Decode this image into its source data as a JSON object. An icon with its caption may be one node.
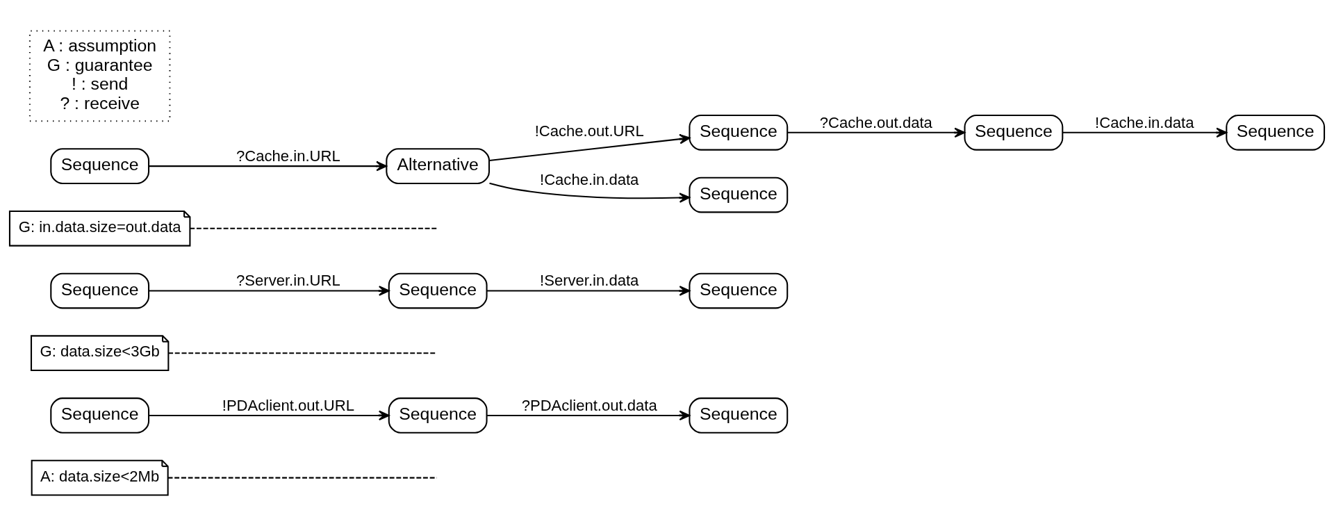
{
  "diagram": {
    "nodes": [
      {
        "text": [
          "A: data.size<2Mb"
        ]
      },
      {
        "text": [
          "Sequence"
        ]
      },
      {
        "text": [
          "Sequence"
        ]
      },
      {
        "text": [
          "Sequence"
        ]
      },
      {
        "text": [
          "G: data.size<3Gb"
        ]
      },
      {
        "text": [
          "Sequence"
        ]
      },
      {
        "text": [
          "Sequence"
        ]
      },
      {
        "text": [
          "Sequence"
        ]
      },
      {
        "text": [
          "G: in.data.size=out.data"
        ]
      },
      {
        "text": [
          "Sequence"
        ]
      },
      {
        "text": [
          "Alternative"
        ]
      },
      {
        "text": [
          "Sequence"
        ]
      },
      {
        "text": [
          "Sequence"
        ]
      },
      {
        "text": [
          "Sequence"
        ]
      },
      {
        "text": [
          "Sequence"
        ]
      },
      {
        "text": [
          "A : assumption",
          "G : guarantee",
          "! : send",
          "? : receive"
        ]
      }
    ],
    "edges": [
      {
        "from": 1,
        "to": 2,
        "arrow": "to",
        "label": "!PDAclient.out.URL"
      },
      {
        "from": 2,
        "to": 3,
        "arrow": "to",
        "label": "?PDAclient.out.data"
      },
      {
        "from": 0,
        "to": null,
        "arrow": "none",
        "style": "dashed"
      },
      {
        "from": 5,
        "to": 6,
        "arrow": "to",
        "label": "?Server.in.URL"
      },
      {
        "from": 6,
        "to": 7,
        "arrow": "to",
        "label": "!Server.in.data"
      },
      {
        "from": 4,
        "to": null,
        "arrow": "none",
        "style": "dashed"
      },
      {
        "from": 9,
        "to": 10,
        "arrow": "to",
        "label": "?Cache.in.URL"
      },
      {
        "from": 10,
        "to": 11,
        "arrow": "to",
        "label": "!Cache.out.URL"
      },
      {
        "from": 10,
        "to": 14,
        "arrow": "to",
        "label": "!Cache.in.data"
      },
      {
        "from": 11,
        "to": 12,
        "arrow": "to",
        "label": "?Cache.out.data"
      },
      {
        "from": 12,
        "to": 13,
        "arrow": "to",
        "label": "!Cache.in.data"
      },
      {
        "from": 8,
        "to": null,
        "arrow": "none",
        "style": "dashed"
      }
    ]
  }
}
